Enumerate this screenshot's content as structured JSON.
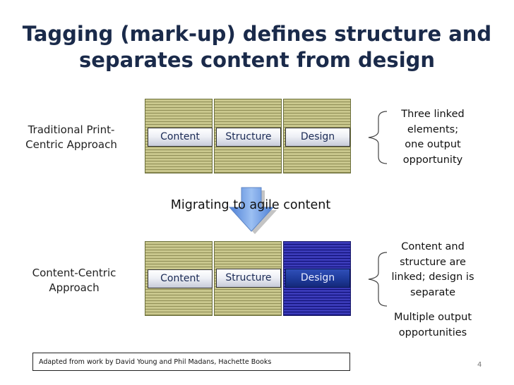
{
  "title_line1": "Tagging (mark-up) defines structure and",
  "title_line2": "separates content from design",
  "traditional": {
    "label_line1": "Traditional Print-",
    "label_line2": "Centric Approach",
    "chips": [
      "Content",
      "Structure",
      "Design"
    ],
    "note_lines": [
      "Three linked",
      "elements;",
      "one output",
      "opportunity"
    ]
  },
  "migrate_label": "Migrating to agile content",
  "content_centric": {
    "label_line1": "Content-Centric",
    "label_line2": "Approach",
    "chips": [
      "Content",
      "Structure",
      "Design"
    ],
    "note_lines": [
      "Content and",
      "structure are",
      "linked; design is",
      "separate"
    ],
    "note2_lines": [
      "Multiple output",
      "opportunities"
    ]
  },
  "credit": "Adapted from work by David Young and Phil Madans, Hachette Books",
  "page_number": "4",
  "colors": {
    "panel_olive": "#c9c78d",
    "panel_blue": "#3a3ab8",
    "title": "#1a2a4a",
    "arrow": "#6f9fe6"
  }
}
